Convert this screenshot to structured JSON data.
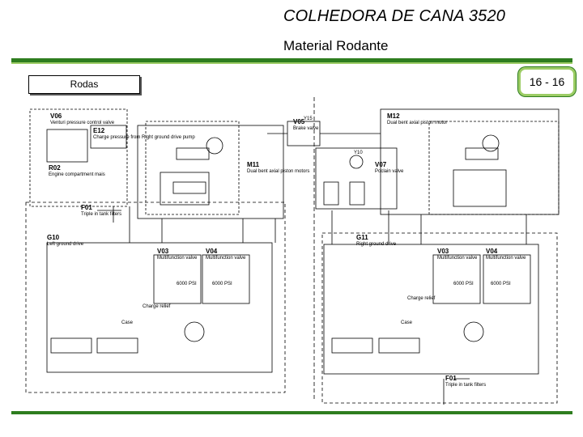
{
  "header": {
    "title": "COLHEDORA DE CANA 3520",
    "subtitle": "Material Rodante",
    "section_label": "Rodas",
    "page": "16 - 16"
  },
  "diagram": {
    "components": {
      "v06": "V06",
      "e12": "E12",
      "r02": "R02",
      "f01_left": "F01",
      "m11": "M11",
      "v05": "V05",
      "v07": "V07",
      "m12": "M12",
      "g10": "G10",
      "g11": "G11",
      "v03_left": "V03",
      "v04_left": "V04",
      "v03_right": "V03",
      "v04_right": "V04",
      "f01_right": "F01"
    },
    "notes": {
      "g10_desc": "Left ground drive",
      "g11_desc": "Right ground drive",
      "v03_desc": "Multifunction valve",
      "v04_desc": "Multifunction valve",
      "psi_left_a": "6000 PSI",
      "psi_left_b": "6000 PSI",
      "psi_right_a": "6000 PSI",
      "psi_right_b": "6000 PSI",
      "charge_relief": "Charge relief",
      "case_drain": "Case",
      "m11_desc": "Dual bent axial piston motors",
      "m12_desc": "Dual bent axial piston motor",
      "v05_desc": "Brake valve",
      "v07_desc": "Poclain valve",
      "y10": "Y10",
      "y15": "Y15",
      "f01_desc": "Triple in tank filters",
      "r02_desc": "Engine compartment mais",
      "e12_desc": "Charge pressure from Right ground drive pump",
      "v06_desc": "Venturi pressure control valve"
    }
  }
}
